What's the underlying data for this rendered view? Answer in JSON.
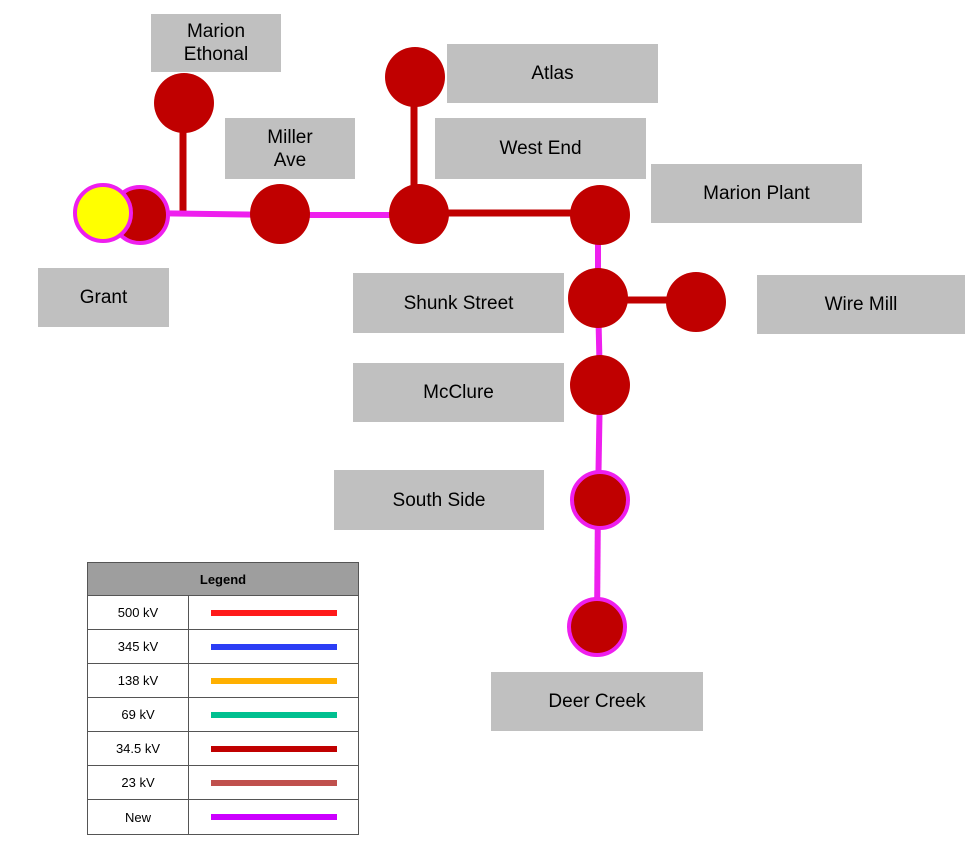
{
  "colors": {
    "node_fill": "#c00000",
    "new_line": "#ee1fee",
    "line_34_5": "#c00000",
    "source_fill": "#ffff00",
    "label_bg": "#c0c0c0"
  },
  "labels": {
    "marion_ethonal": "Marion\nEthonal",
    "atlas": "Atlas",
    "miller_ave": "Miller\nAve",
    "west_end": "West End",
    "marion_plant": "Marion Plant",
    "grant": "Grant",
    "shunk_street": "Shunk Street",
    "wire_mill": "Wire Mill",
    "mcclure": "McClure",
    "south_side": "South Side",
    "deer_creek": "Deer Creek"
  },
  "legend": {
    "title": "Legend",
    "items": [
      {
        "label": "500 kV",
        "color": "#ff1a1a"
      },
      {
        "label": "345 kV",
        "color": "#2b3df5"
      },
      {
        "label": "138 kV",
        "color": "#ffb000"
      },
      {
        "label": "69 kV",
        "color": "#00c090"
      },
      {
        "label": "34.5 kV",
        "color": "#c00000"
      },
      {
        "label": "23 kV",
        "color": "#c0504d"
      },
      {
        "label": "New",
        "color": "#cc00ff"
      }
    ]
  }
}
